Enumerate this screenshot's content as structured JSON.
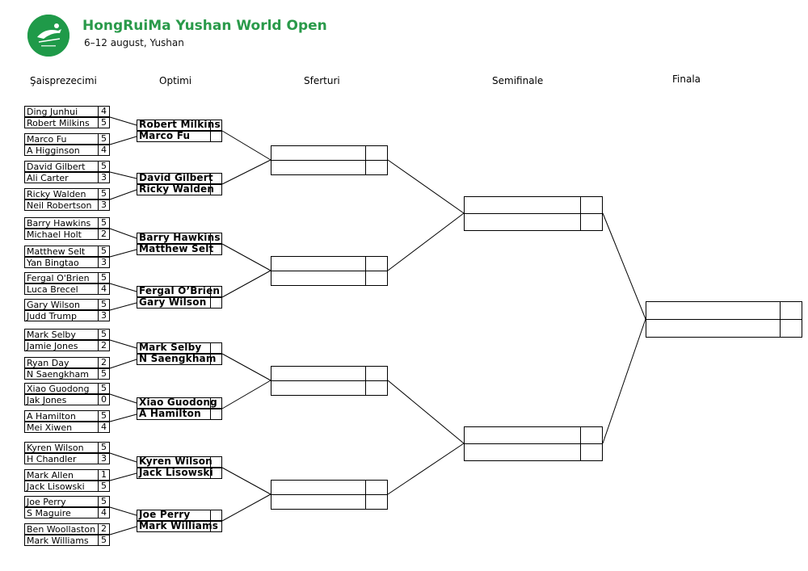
{
  "header": {
    "logo": "tournament-logo-icon",
    "title": "HongRuiMa Yushan World Open",
    "subtitle": "6–12 august, Yushan"
  },
  "rounds": [
    "Şaisprezecimi",
    "Optimi",
    "Sferturi",
    "Semifinale",
    "Finala"
  ],
  "colors": {
    "title": "#2a9a4a",
    "logo": "#1f9a49",
    "lines": "#000000"
  },
  "last16": [
    {
      "p1": "Ding Junhui",
      "s1": "4",
      "p2": "Robert Milkins",
      "s2": "5"
    },
    {
      "p1": "Marco Fu",
      "s1": "5",
      "p2": "A Higginson",
      "s2": "4"
    },
    {
      "p1": "David Gilbert",
      "s1": "5",
      "p2": "Ali Carter",
      "s2": "3"
    },
    {
      "p1": "Ricky Walden",
      "s1": "5",
      "p2": "Neil Robertson",
      "s2": "3"
    },
    {
      "p1": "Barry Hawkins",
      "s1": "5",
      "p2": "Michael Holt",
      "s2": "2"
    },
    {
      "p1": "Matthew Selt",
      "s1": "5",
      "p2": "Yan Bingtao",
      "s2": "3"
    },
    {
      "p1": "Fergal O'Brien",
      "s1": "5",
      "p2": "Luca Brecel",
      "s2": "4"
    },
    {
      "p1": "Gary Wilson",
      "s1": "5",
      "p2": "Judd Trump",
      "s2": "3"
    },
    {
      "p1": "Mark Selby",
      "s1": "5",
      "p2": "Jamie Jones",
      "s2": "2"
    },
    {
      "p1": "Ryan Day",
      "s1": "2",
      "p2": "N Saengkham",
      "s2": "5"
    },
    {
      "p1": "Xiao Guodong",
      "s1": "5",
      "p2": "Jak Jones",
      "s2": "0"
    },
    {
      "p1": "A Hamilton",
      "s1": "5",
      "p2": "Mei Xiwen",
      "s2": "4"
    },
    {
      "p1": "Kyren Wilson",
      "s1": "5",
      "p2": "H Chandler",
      "s2": "3"
    },
    {
      "p1": "Mark Allen",
      "s1": "1",
      "p2": "Jack Lisowski",
      "s2": "5"
    },
    {
      "p1": "Joe Perry",
      "s1": "5",
      "p2": "S Maguire",
      "s2": "4"
    },
    {
      "p1": "Ben Woollaston",
      "s1": "2",
      "p2": "Mark Williams",
      "s2": "5"
    }
  ],
  "last8": [
    {
      "p1": "Robert Milkins",
      "s1": "",
      "p2": "Marco Fu",
      "s2": ""
    },
    {
      "p1": "David Gilbert",
      "s1": "",
      "p2": "Ricky Walden",
      "s2": ""
    },
    {
      "p1": "Barry Hawkins",
      "s1": "",
      "p2": "Matthew Selt",
      "s2": ""
    },
    {
      "p1": "Fergal O’Brien",
      "s1": "",
      "p2": "Gary Wilson",
      "s2": ""
    },
    {
      "p1": "Mark Selby",
      "s1": "",
      "p2": "N Saengkham",
      "s2": ""
    },
    {
      "p1": "Xiao Guodong",
      "s1": "",
      "p2": "A Hamilton",
      "s2": ""
    },
    {
      "p1": "Kyren Wilson",
      "s1": "",
      "p2": "Jack Lisowski",
      "s2": ""
    },
    {
      "p1": "Joe Perry",
      "s1": "",
      "p2": "Mark Williams",
      "s2": ""
    }
  ],
  "quarterfinals": [
    {
      "p1": "",
      "s1": "",
      "p2": "",
      "s2": ""
    },
    {
      "p1": "",
      "s1": "",
      "p2": "",
      "s2": ""
    },
    {
      "p1": "",
      "s1": "",
      "p2": "",
      "s2": ""
    },
    {
      "p1": "",
      "s1": "",
      "p2": "",
      "s2": ""
    }
  ],
  "semifinals": [
    {
      "p1": "",
      "s1": "",
      "p2": "",
      "s2": ""
    },
    {
      "p1": "",
      "s1": "",
      "p2": "",
      "s2": ""
    }
  ],
  "final": [
    {
      "p1": "",
      "s1": "",
      "p2": "",
      "s2": ""
    }
  ]
}
